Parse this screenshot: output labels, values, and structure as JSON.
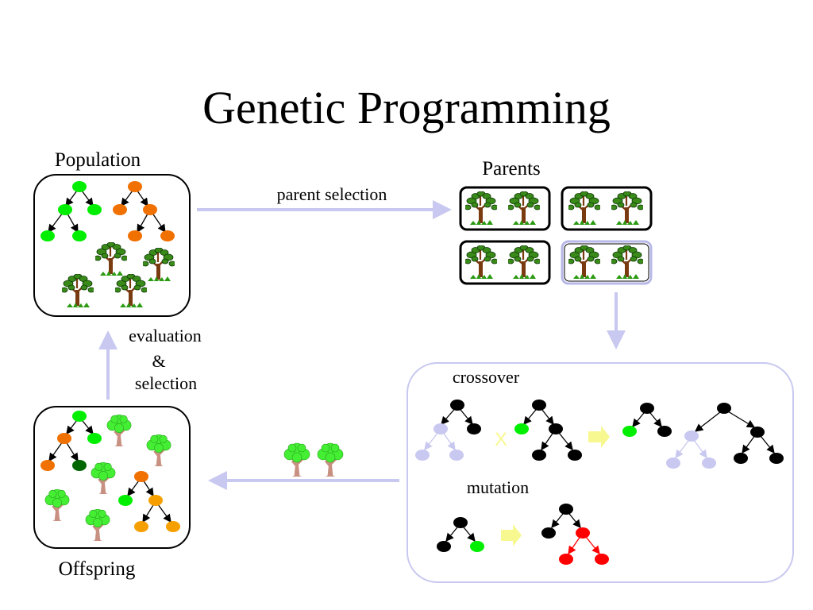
{
  "title": "Genetic Programming",
  "labels": {
    "population": "Population",
    "parents": "Parents",
    "offspring": "Offspring",
    "parent_selection": "parent selection",
    "evaluation": "evaluation",
    "ampersand": "&",
    "selection": "selection",
    "crossover": "crossover",
    "mutation": "mutation",
    "cross_symbol": "X"
  },
  "colors": {
    "green": "#00ee00",
    "orange": "#f07000",
    "light_orange": "#f5a000",
    "dark_green": "#006600",
    "black": "#000000",
    "red": "#ff0000",
    "lavender": "#c8c8f0",
    "arrow": "#c8c8f0",
    "yellow_arrow": "#f8f890",
    "tree_leaf": "#3a8a1a",
    "tree_leaf_light": "#44ee33",
    "tree_trunk": "#7a3a10",
    "tree_trunk_light": "#c89080"
  },
  "icons": {
    "tree": "tree-icon",
    "light_tree": "light-tree-icon",
    "arrow": "arrow-icon",
    "block_arrow": "block-arrow-icon"
  }
}
